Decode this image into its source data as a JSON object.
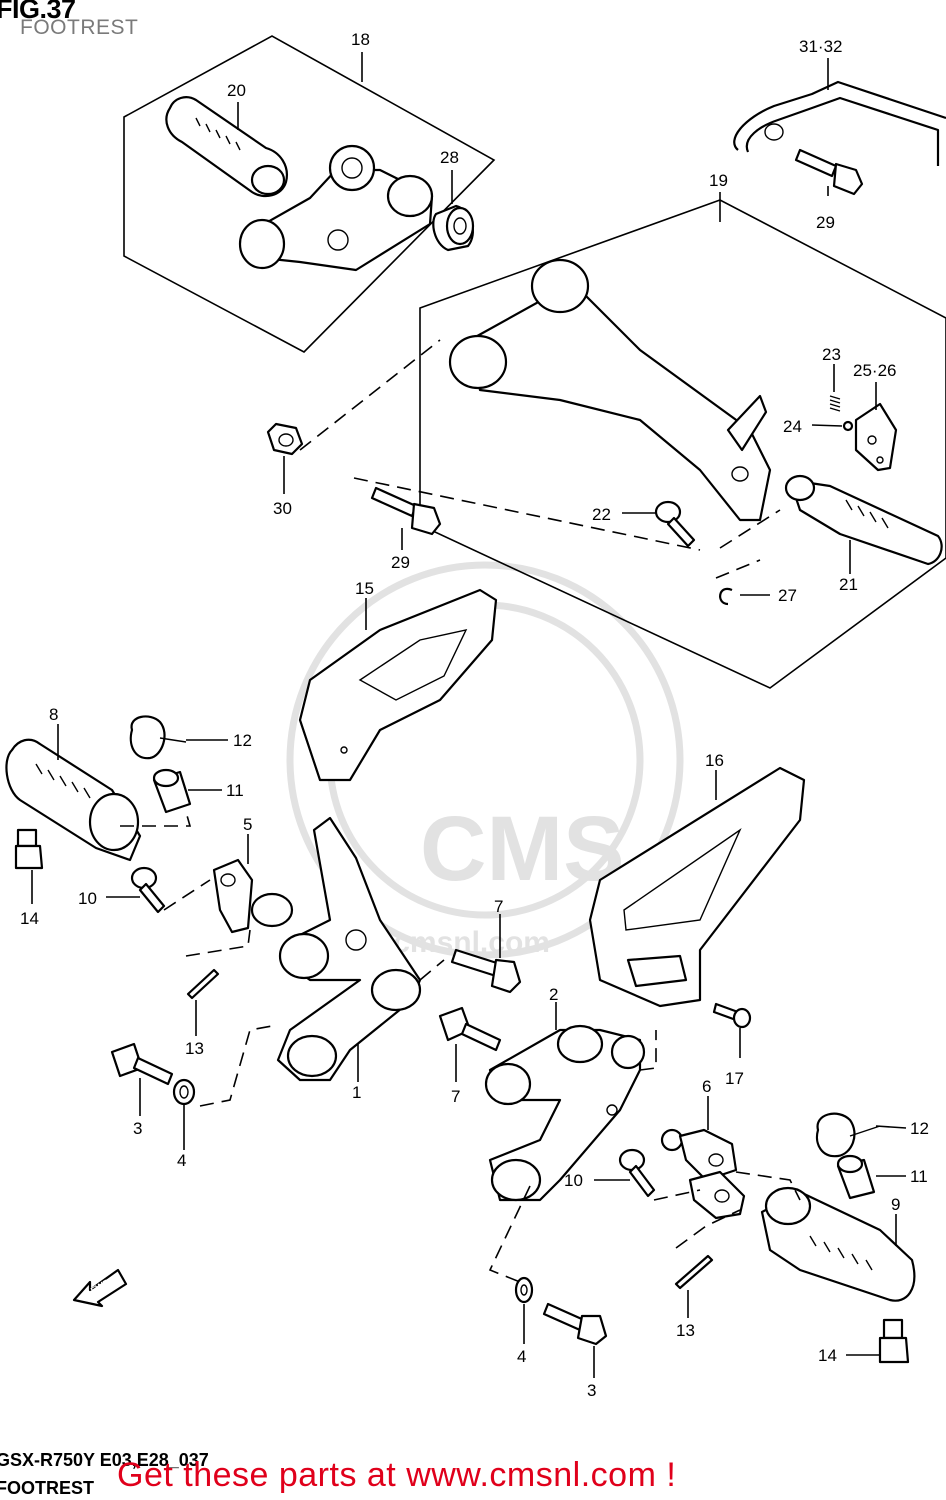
{
  "header": {
    "figure": "FIG.37",
    "subtitle": "FOOTREST"
  },
  "footer": {
    "model_code": "GSX-R750Y E03,E28_037",
    "subtitle": "FOOTREST",
    "call_to_action": "Get these parts at www.cmsnl.com !"
  },
  "watermark": {
    "logo_text": "CMS",
    "url_text": "www.cmsnl.com"
  },
  "fwd_label": "FWD",
  "callouts": {
    "c18": "18",
    "c20": "20",
    "c28": "28",
    "c3132": "31·32",
    "c19": "19",
    "c29a": "29",
    "c23": "23",
    "c2526": "25·26",
    "c24": "24",
    "c30": "30",
    "c22": "22",
    "c29b": "29",
    "c27": "27",
    "c21": "21",
    "c15": "15",
    "c8": "8",
    "c12a": "12",
    "c11a": "11",
    "c14a": "14",
    "c10a": "10",
    "c5": "5",
    "c16": "16",
    "c7a": "7",
    "c13a": "13",
    "c2": "2",
    "c3a": "3",
    "c4a": "4",
    "c1": "1",
    "c7b": "7",
    "c17": "17",
    "c6": "6",
    "c12b": "12",
    "c11b": "11",
    "c10b": "10",
    "c9": "9",
    "c13b": "13",
    "c4b": "4",
    "c3b": "3",
    "c14b": "14"
  }
}
